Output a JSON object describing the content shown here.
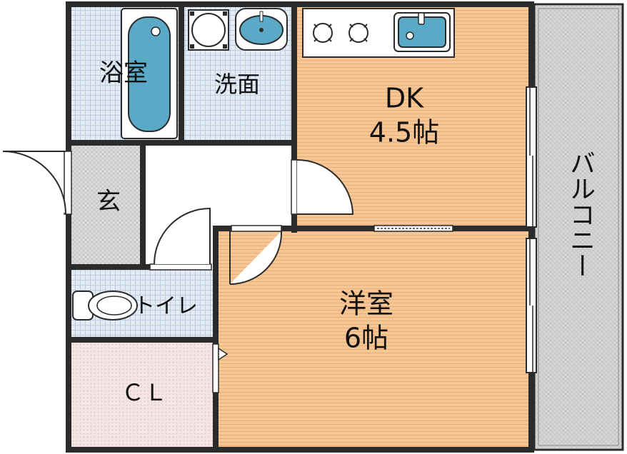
{
  "rooms": {
    "bath": "浴室",
    "washroom": "洗面",
    "dk_name": "DK",
    "dk_size": "4.5帖",
    "entrance": "玄",
    "toilet": "トイレ",
    "closet": "ＣＬ",
    "western_name": "洋室",
    "western_size": "6帖",
    "balcony": "バルコニー"
  },
  "colors": {
    "wall": "#2b2b2b",
    "wood_floor": "#f7c695",
    "wood_line": "#e9ae78",
    "tile_floor": "#e3ebf5",
    "tile_line": "#b8c8de",
    "closet_floor": "#f4e6e6",
    "entrance_floor": "#dcdcdc",
    "balcony_floor": "#d4d4d4",
    "fixture_blue": "#5aa9c6"
  }
}
